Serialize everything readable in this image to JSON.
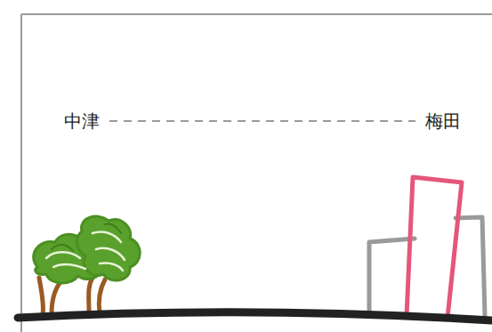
{
  "diagram": {
    "nodes": [
      {
        "text": [
          "中津"
        ]
      },
      {
        "text": [
          "梅田"
        ]
      }
    ],
    "edges": [
      {
        "from": 0,
        "to": 1,
        "arrow": "none"
      }
    ]
  }
}
